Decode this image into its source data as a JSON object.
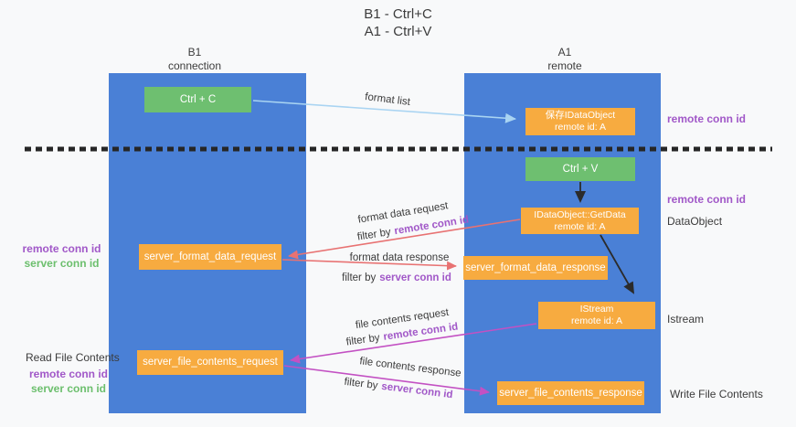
{
  "title": {
    "line1": "B1 - Ctrl+C",
    "line2": "A1 - Ctrl+V"
  },
  "lifelines": {
    "left": {
      "name": "B1",
      "role": "connection"
    },
    "right": {
      "name": "A1",
      "role": "remote"
    }
  },
  "boxes": {
    "ctrl_c": {
      "label": "Ctrl + C"
    },
    "save_idataobject": {
      "line1": "保存IDataObject",
      "line2": "remote id: A"
    },
    "ctrl_v": {
      "label": "Ctrl + V"
    },
    "getdata": {
      "line1": "IDataObject::GetData",
      "line2": "remote id: A"
    },
    "server_format_data_request": {
      "label": "server_format_data_request"
    },
    "server_format_data_response": {
      "label": "server_format_data_response"
    },
    "istream": {
      "line1": "IStream",
      "line2": "remote id: A"
    },
    "server_file_contents_request": {
      "label": "server_file_contents_request"
    },
    "server_file_contents_response": {
      "label": "server_file_contents_response"
    }
  },
  "flow_labels": {
    "format_list": "format list",
    "format_data_request": "format data request",
    "format_data_response": "format data response",
    "file_contents_request": "file contents request",
    "file_contents_response": "file contents response",
    "filter_prefix": "filter by",
    "remote_conn_id": "remote conn id",
    "server_conn_id": "server conn id"
  },
  "side_labels": {
    "right_remote_conn_id_1": "remote conn id",
    "right_remote_conn_id_2": "remote conn id",
    "dataobject": "DataObject",
    "istream": "Istream",
    "write_file_contents": "Write File Contents",
    "left_remote_conn_id_1": "remote conn id",
    "left_server_conn_id_1": "server conn id",
    "read_file_contents": "Read File Contents",
    "left_remote_conn_id_2": "remote conn id",
    "left_server_conn_id_2": "server conn id"
  },
  "colors": {
    "lifeline_blue": "#4a80d6",
    "action_green": "#6ebf70",
    "message_orange": "#f7ab40",
    "format_arrow_red": "#e87272",
    "file_arrow_magenta": "#c351c3",
    "format_list_blue": "#a9d4f2",
    "remote_conn_purple": "#a158c8",
    "server_conn_green": "#6cbf6d",
    "divider_black": "#262626"
  }
}
